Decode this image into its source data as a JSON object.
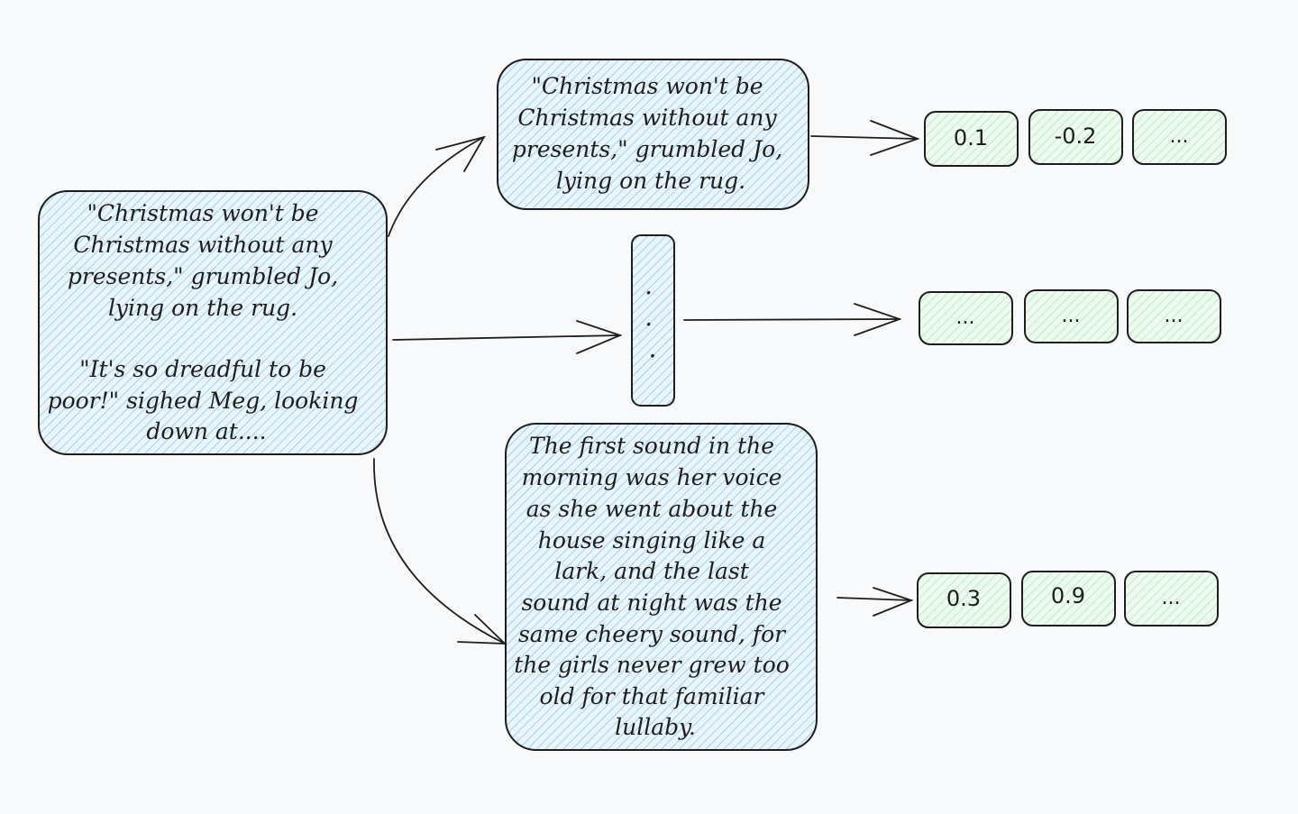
{
  "diagram": {
    "source_document": {
      "lines": [
        "\"Christmas won't be",
        "Christmas without any",
        "presents,\" grumbled Jo,",
        "lying on the rug.",
        "",
        "\"It's so dreadful to be",
        "poor!\" sighed Meg, looking",
        "down at...."
      ]
    },
    "chunks": [
      {
        "lines": [
          "\"Christmas won't be",
          "Christmas without any",
          "presents,\" grumbled Jo,",
          "lying on the rug."
        ],
        "vector": [
          "0.1",
          "-0.2",
          "..."
        ]
      },
      {
        "lines": [
          ".",
          ".",
          "."
        ],
        "vector": [
          "...",
          "...",
          "..."
        ]
      },
      {
        "lines": [
          "The first sound in the",
          "morning was her voice",
          "as she went about the",
          "house singing like a",
          "lark, and the last",
          "sound at night was the",
          "same cheery sound, for",
          "the girls never grew too",
          "old for that familiar",
          "lullaby."
        ],
        "vector": [
          "0.3",
          "0.9",
          "..."
        ]
      }
    ]
  },
  "colors": {
    "background": "#f8f9fb",
    "chunk_fill": "#a5d8ff",
    "vector_fill": "#b2f2bb",
    "stroke": "#1e1e1e"
  }
}
